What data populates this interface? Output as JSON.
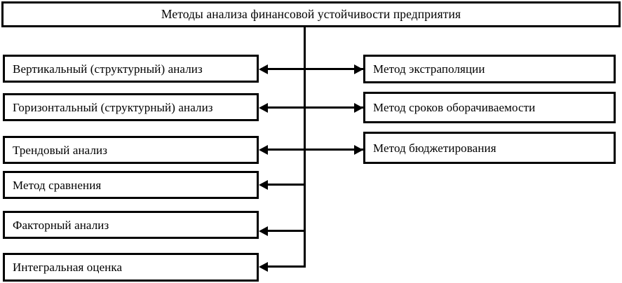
{
  "diagram": {
    "title_box": {
      "label": "Методы анализа финансовой устойчивости предприятия"
    },
    "left_column": {
      "items": [
        {
          "label": "Вертикальный (структурный) анализ"
        },
        {
          "label": "Горизонтальный (структурный) анализ"
        },
        {
          "label": "Трендовый анализ"
        },
        {
          "label": "Метод сравнения"
        },
        {
          "label": "Факторный анализ"
        },
        {
          "label": "Интегральная оценка"
        }
      ]
    },
    "right_column": {
      "items": [
        {
          "label": "Метод экстраполяции"
        },
        {
          "label": "Метод сроков оборачиваемости"
        },
        {
          "label": "Метод бюджетирования"
        }
      ]
    },
    "colors": {
      "stroke": "#000000",
      "fill": "#ffffff",
      "text": "#000000"
    }
  }
}
